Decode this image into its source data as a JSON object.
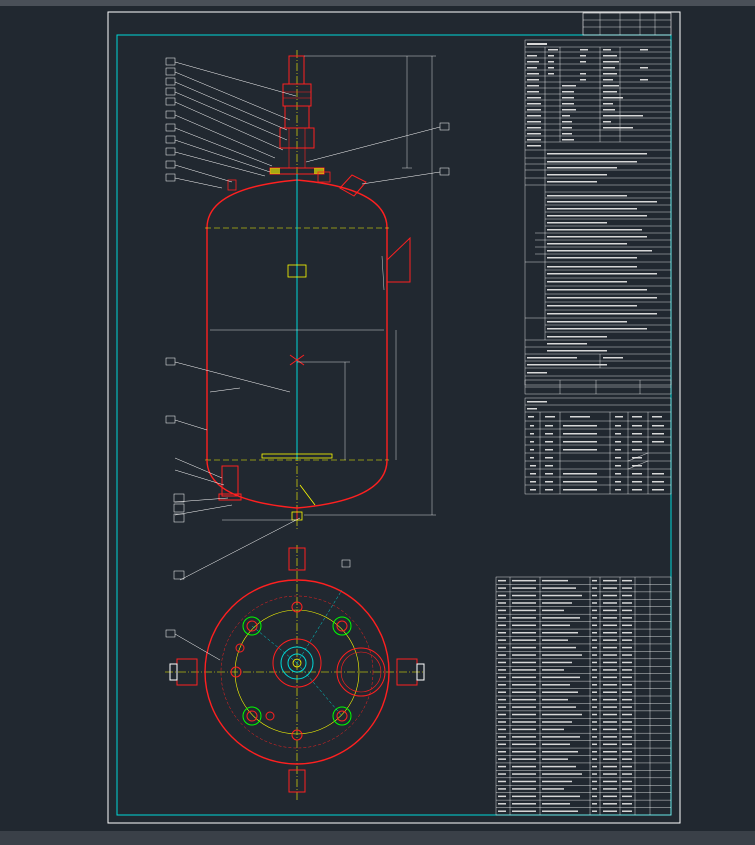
{
  "colors": {
    "background": "#212830",
    "sheet_border": "#ffffff",
    "frame": "#00d8d8",
    "vessel_outline": "#ff2020",
    "centerline": "#ffff00",
    "nozzle": "#00ff00",
    "leader": "#ffffff"
  },
  "drawing": {
    "title_block_rows": 3,
    "spec_table_rows": 30,
    "nozzle_table_rows": 10,
    "bom_table_rows": 32
  }
}
